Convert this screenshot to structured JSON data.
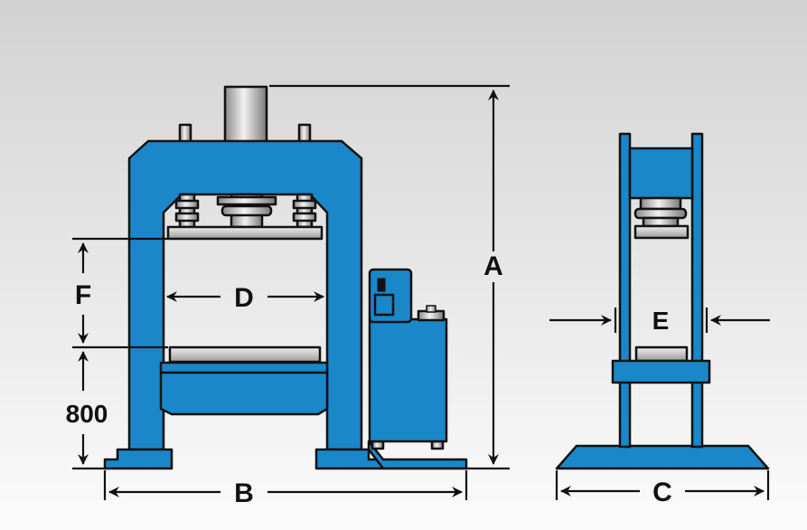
{
  "labels": {
    "A": "A",
    "B": "B",
    "C": "C",
    "D": "D",
    "E": "E",
    "F": "F",
    "base_height": "800"
  },
  "colors": {
    "frame_blue": "#1a87c9",
    "outline": "#111111",
    "steel_light": "#e6e6e6",
    "steel_dark": "#8a8a8a",
    "background_top": "#d2d2d2",
    "background_bottom": "#fbfbfb"
  }
}
